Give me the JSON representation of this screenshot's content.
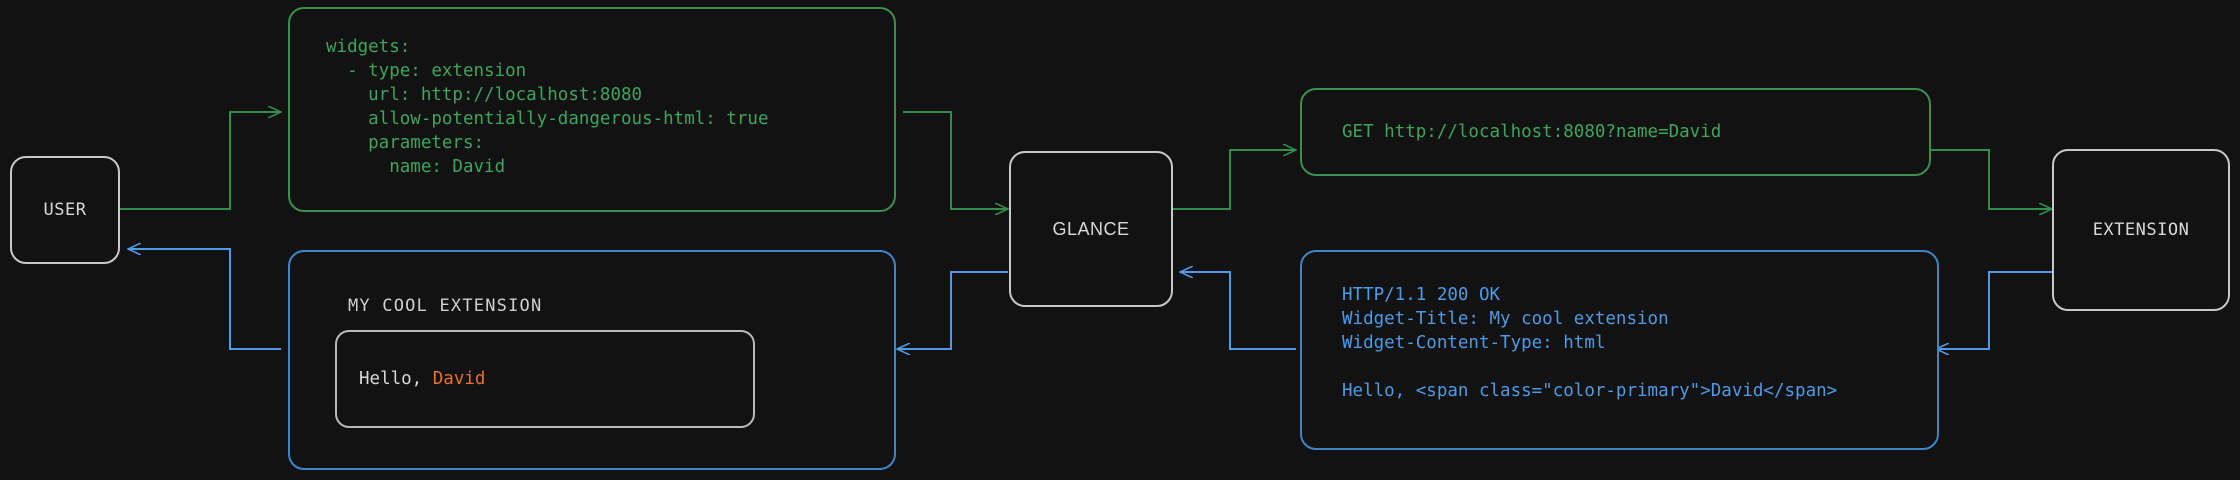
{
  "theme": {
    "background": "#121212",
    "node_border": "#c8c8c8",
    "node_text": "#d8d8d8",
    "green": "#3da55c",
    "green_border": "#3c8f4e",
    "blue": "#4d9be6",
    "blue_border": "#3d85c6",
    "accent_orange": "#e8702a"
  },
  "nodes": {
    "user": {
      "label": "USER"
    },
    "glance": {
      "label": "GLANCE"
    },
    "extension": {
      "label": "EXTENSION"
    }
  },
  "cards": {
    "config_yaml": {
      "color": "green",
      "text": "widgets:\n  - type: extension\n    url: http://localhost:8080\n    allow-potentially-dangerous-html: true\n    parameters:\n      name: David"
    },
    "http_request": {
      "color": "green",
      "text": "GET http://localhost:8080?name=David"
    },
    "http_response": {
      "color": "blue",
      "text": "HTTP/1.1 200 OK\nWidget-Title: My cool extension\nWidget-Content-Type: html\n\nHello, <span class=\"color-primary\">David</span>"
    },
    "widget_preview": {
      "color": "blue",
      "title": "MY COOL EXTENSION",
      "body_prefix": "Hello, ",
      "body_accent": "David"
    }
  },
  "flow": {
    "edges": [
      {
        "name": "user-to-config",
        "color": "green",
        "from": "user",
        "to": "config_yaml"
      },
      {
        "name": "config-to-glance",
        "color": "green",
        "from": "config_yaml",
        "to": "glance"
      },
      {
        "name": "glance-to-request",
        "color": "green",
        "from": "glance",
        "to": "http_request"
      },
      {
        "name": "request-to-extension",
        "color": "green",
        "from": "http_request",
        "to": "extension"
      },
      {
        "name": "extension-to-response",
        "color": "blue",
        "from": "extension",
        "to": "http_response"
      },
      {
        "name": "response-to-glance",
        "color": "blue",
        "from": "http_response",
        "to": "glance"
      },
      {
        "name": "glance-to-widget",
        "color": "blue",
        "from": "glance",
        "to": "widget_preview"
      },
      {
        "name": "widget-to-user",
        "color": "blue",
        "from": "widget_preview",
        "to": "user"
      }
    ]
  }
}
